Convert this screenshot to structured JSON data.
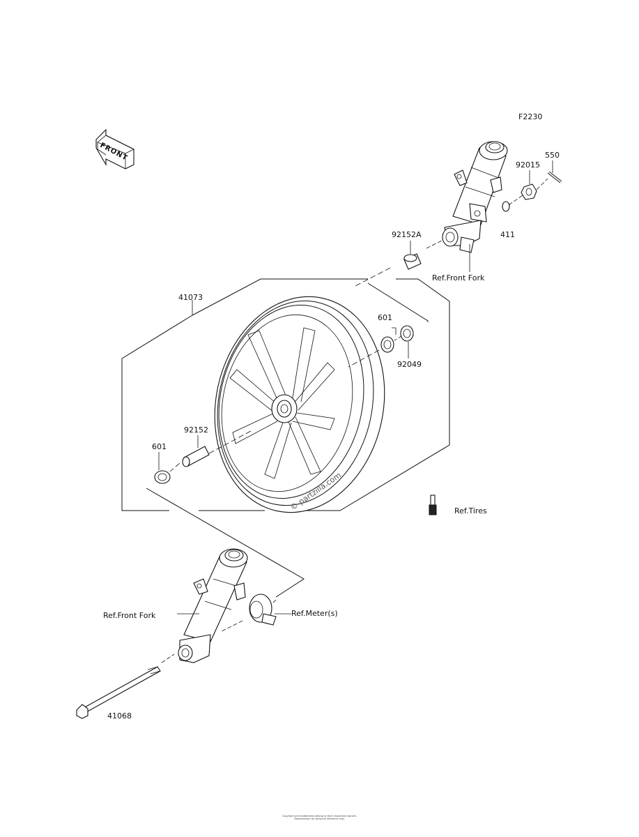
{
  "diagram_code": "F2230",
  "front_arrow_label": "FRONT",
  "watermark": "© partzilla.com",
  "labels": {
    "p550": "550",
    "p92015": "92015",
    "p411": "411",
    "p92152A": "92152A",
    "ref_front_fork_top": "Ref.Front Fork",
    "p41073": "41073",
    "p601_top": "601",
    "p92049": "92049",
    "p92152": "92152",
    "p601_left": "601",
    "ref_tires": "Ref.Tires",
    "ref_front_fork_bottom": "Ref.Front Fork",
    "ref_meters": "Ref.Meter(s)",
    "p41068": "41068"
  },
  "footer_lines": [
    "Copyright and trademarks belong to their respective owners.",
    "Reproduction for personal reference only."
  ]
}
